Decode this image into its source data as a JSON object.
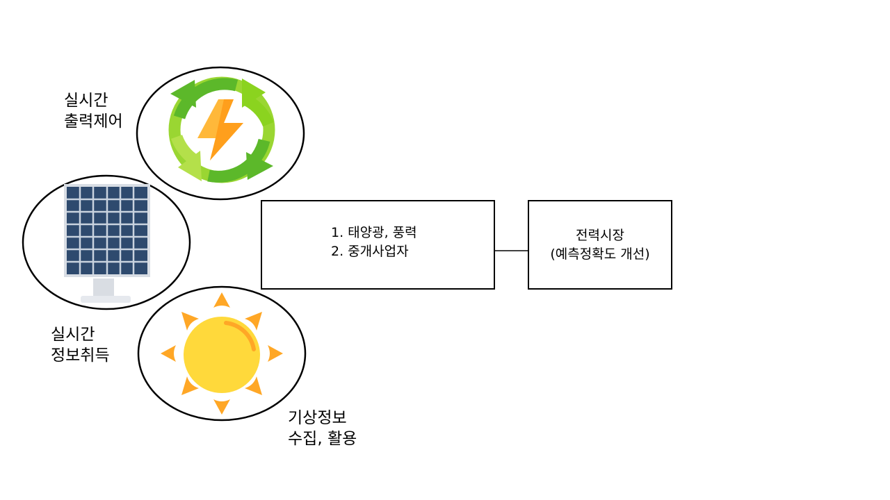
{
  "labels": {
    "control": [
      "실시간",
      "출력제어"
    ],
    "info": [
      "실시간",
      "정보취득"
    ],
    "weather": [
      "기상정보",
      "수집, 활용"
    ]
  },
  "box_sources": [
    "1. 태양광, 풍력",
    "2. 중개사업자"
  ],
  "box_market": [
    "전력시장",
    "(예측정확도 개선)"
  ],
  "icons": {
    "control": "renewable-cycle-icon",
    "panel": "solar-panel-icon",
    "sun": "sun-icon"
  },
  "colors": {
    "green_dark": "#5cb82a",
    "green_light": "#b4e04a",
    "bolt_light": "#ffb83a",
    "bolt_dark": "#ff9f1c",
    "panel_blue": "#2e4a6e",
    "sun_yellow": "#ffd93b",
    "sun_orange": "#ffa726"
  }
}
